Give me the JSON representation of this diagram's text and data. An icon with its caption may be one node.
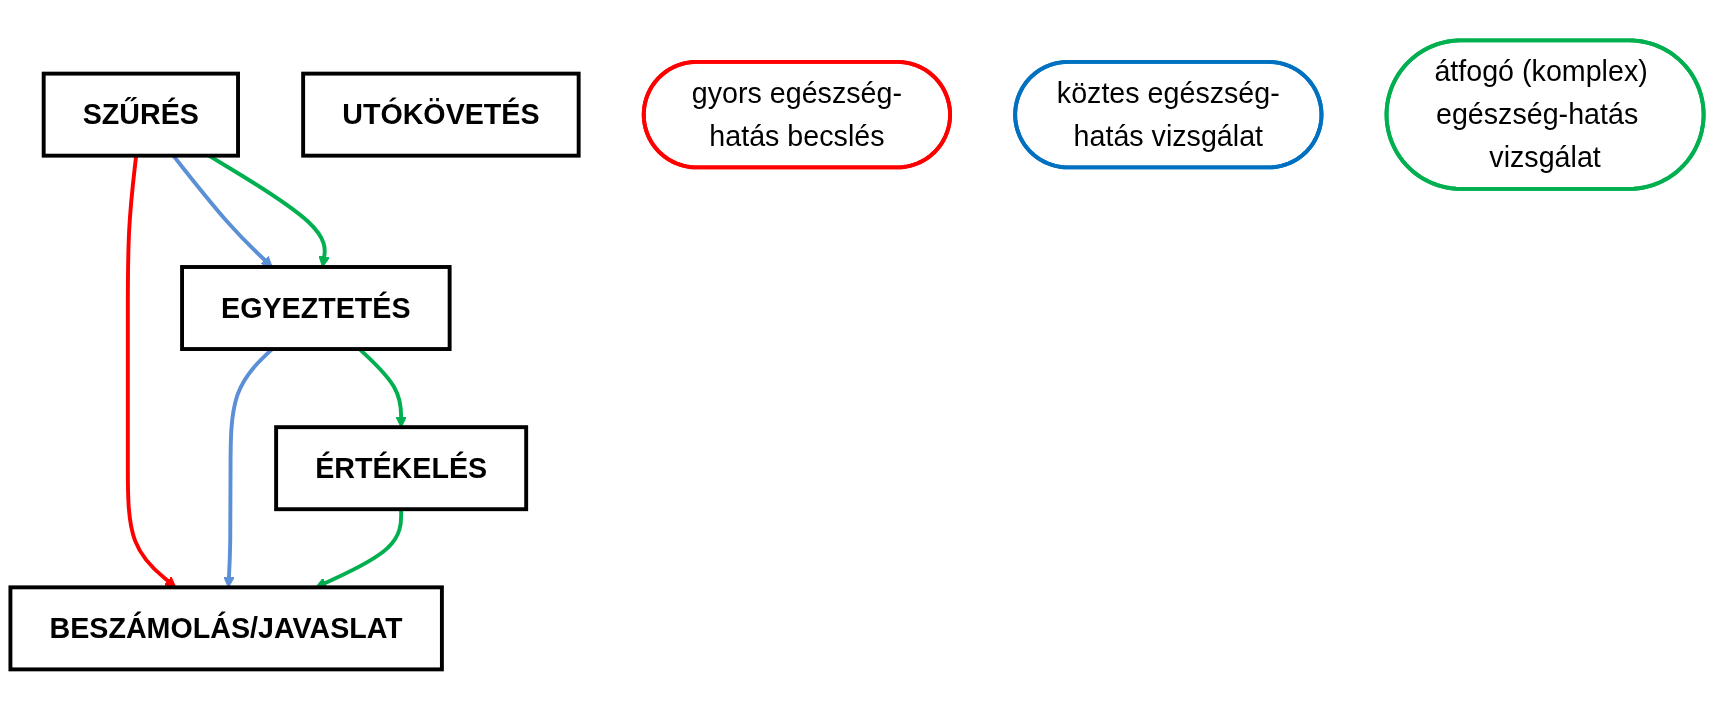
{
  "diagram": {
    "nodes": [
      {
        "text": [
          "SZŰRÉS"
        ]
      },
      {
        "text": [
          "EGYEZTETÉS"
        ]
      },
      {
        "text": [
          "ÉRTÉKELÉS"
        ]
      },
      {
        "text": [
          "BESZÁMOLÁS/JAVASLAT"
        ]
      },
      {
        "text": [
          "UTÓKÖVETÉS"
        ]
      },
      {
        "text": [
          "gyors egészség-hatás becslés"
        ]
      },
      {
        "text": [
          "köztes egészség-hatás vizsgálat"
        ]
      },
      {
        "text": [
          "átfogó (komplex) egészség-hatás  vizsgálat"
        ]
      }
    ],
    "edges": [
      {
        "from": 0,
        "to": 1,
        "arrow": "to",
        "color": "#5b8fd6"
      },
      {
        "from": 0,
        "to": 1,
        "arrow": "to",
        "color": "#00b050"
      },
      {
        "from": 1,
        "to": 2,
        "arrow": "to",
        "color": "#00b050"
      },
      {
        "from": 0,
        "to": 3,
        "arrow": "to",
        "color": "#ff0000"
      },
      {
        "from": 1,
        "to": 3,
        "arrow": "to",
        "color": "#5b8fd6"
      },
      {
        "from": 2,
        "to": 3,
        "arrow": "to",
        "color": "#00b050"
      }
    ]
  }
}
